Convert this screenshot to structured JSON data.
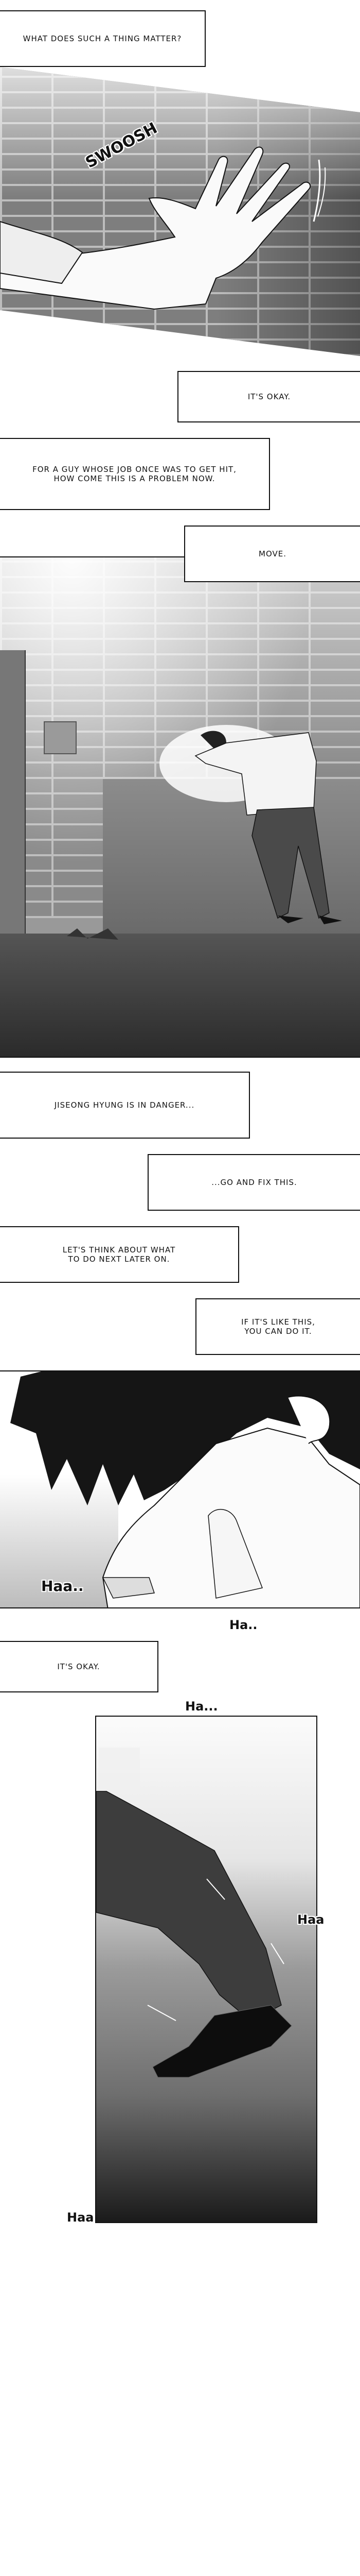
{
  "captions": {
    "c1": "What does such a thing matter?",
    "c2": "It's okay.",
    "c3": "For a guy whose job once was to get hit,\nhow come this is a problem now.",
    "c4": "Move.",
    "c5": "Jiseong hyung is in danger...",
    "c6": "...Go and fix this.",
    "c7": "Let's think about what\nto do next later on.",
    "c8": "If it's like this,\nyou can do it.",
    "c9": "It's okay."
  },
  "sfx": {
    "swoosh": "SWOOSH",
    "haa_face": "Haa..",
    "ha_mid": "Ha..",
    "ha_top": "Ha...",
    "haa_right": "Haa",
    "haa_bottom": "Haa"
  },
  "colors": {
    "ink": "#111111",
    "paper": "#ffffff"
  }
}
